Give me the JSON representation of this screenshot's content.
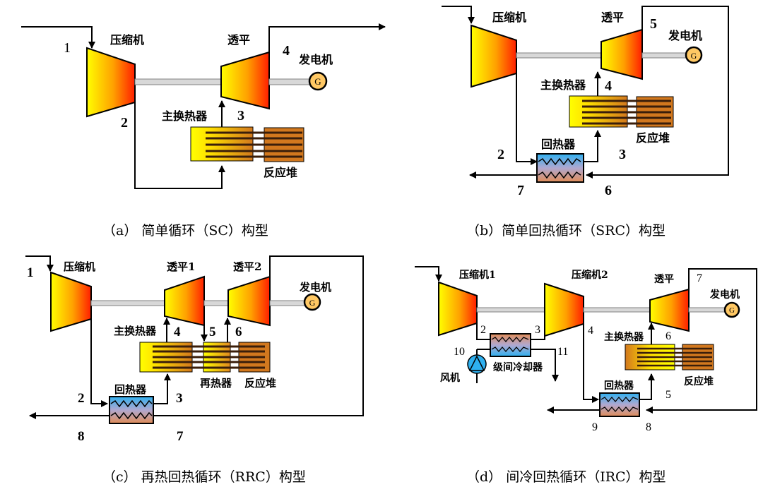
{
  "panels": {
    "a": {
      "caption": "（a）  简单循环（SC）构型",
      "compressor": "压缩机",
      "turbine": "透平",
      "generator": "发电机",
      "generator_symbol": "G",
      "main_hx": "主换热器",
      "reactor": "反应堆",
      "points": [
        "1",
        "2",
        "3",
        "4"
      ]
    },
    "b": {
      "caption": "（b）简单回热循环（SRC）构型",
      "compressor": "压缩机",
      "turbine": "透平",
      "generator": "发电机",
      "generator_symbol": "G",
      "main_hx": "主换热器",
      "reactor": "反应堆",
      "recuperator": "回热器",
      "points": [
        "2",
        "3",
        "4",
        "5",
        "6",
        "7"
      ]
    },
    "c": {
      "caption": "（c）  再热回热循环（RRC）构型",
      "compressor": "压缩机",
      "turbine1": "透平1",
      "turbine2": "透平2",
      "generator": "发电机",
      "generator_symbol": "G",
      "main_hx": "主换热器",
      "reheater": "再热器",
      "reactor": "反应堆",
      "recuperator": "回热器",
      "points": [
        "1",
        "2",
        "3",
        "4",
        "5",
        "6",
        "7",
        "8"
      ]
    },
    "d": {
      "caption": "（d）  间冷回热循环（IRC）构型",
      "compressor1": "压缩机1",
      "compressor2": "压缩机2",
      "turbine": "透平",
      "generator": "发电机",
      "generator_symbol": "G",
      "main_hx": "主换热器",
      "reactor": "反应堆",
      "recuperator": "回热器",
      "intercooler": "级间冷却器",
      "fan": "风机",
      "points": [
        "2",
        "3",
        "4",
        "5",
        "6",
        "7",
        "8",
        "9",
        "10",
        "11"
      ]
    }
  },
  "colors": {
    "machine_light": "#ffff00",
    "machine_hot": "#ff2000",
    "reactor": "#d2781e",
    "hx_cold": "#3cb4f0",
    "hx_hot": "#e0905a",
    "generator_fill": "#ffc864",
    "shaft": "#a0a0a0"
  }
}
